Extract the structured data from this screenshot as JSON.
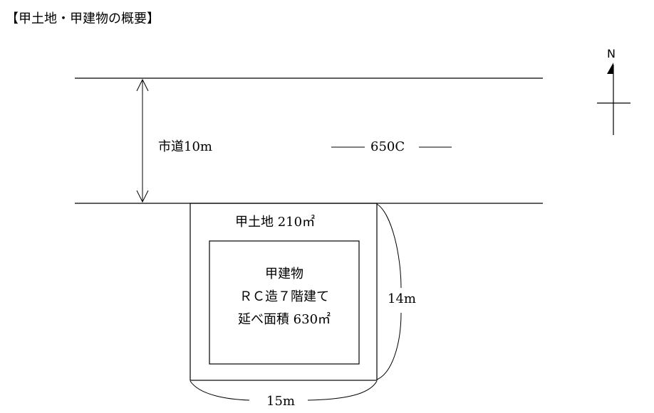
{
  "title": "【甲土地・甲建物の概要】",
  "road": {
    "label": "市道10m",
    "price": "650C"
  },
  "lot": {
    "label": "甲土地 210㎡"
  },
  "building": {
    "lines": [
      "甲建物",
      "ＲＣ造７階建て",
      "延べ面積 630㎡"
    ]
  },
  "dimensions": {
    "depth": "14m",
    "frontage": "15m"
  },
  "compass": {
    "north": "N"
  }
}
